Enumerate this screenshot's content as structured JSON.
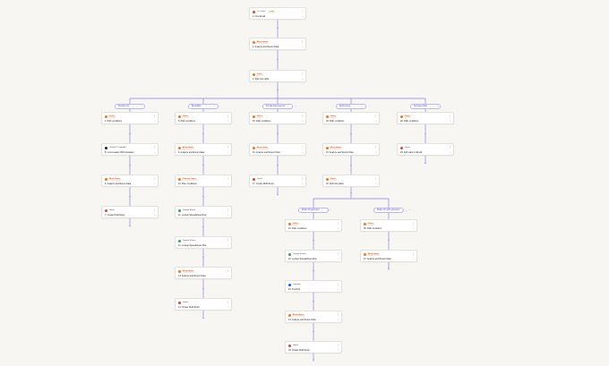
{
  "colors": {
    "wire": "#8b87e6",
    "gmail": "#ea4335",
    "filter": "#f97316",
    "paths": "#f97316",
    "ai": "#f97316",
    "sheets": "#34a853",
    "openai": "#222222",
    "dropbox": "#0061fe"
  },
  "trigger": {
    "app": "1a. Gmail",
    "badge": "1 nok",
    "title": "1. New Email"
  },
  "main_steps": [
    {
      "app": "AI by Zapier",
      "title": "2. Analyze and Return Data",
      "icon": "ai-icon"
    },
    {
      "app": "Paths",
      "title": "3. Split into paths",
      "icon": "paths-icon"
    }
  ],
  "branches": [
    {
      "label": "Produkt info"
    },
    {
      "label": "Bestellinfo"
    },
    {
      "label": "Kundeninteressenten"
    },
    {
      "label": "Reichenung"
    },
    {
      "label": "Sonstige Mails"
    }
  ],
  "branch_nodes": [
    [
      {
        "app": "Paths",
        "title": "4. Path conditions",
        "icon": "paths-icon",
        "tag": true
      },
      {
        "app": "ChatGPT (OpenAI)",
        "title": "5. Conversation With Assistant",
        "icon": "openai-icon",
        "tag": false
      },
      {
        "app": "AI by Zapier",
        "title": "6. Analyze and Return Data",
        "icon": "ai-icon",
        "tag": true
      },
      {
        "app": "Gmail",
        "title": "7. Create Draft Reply",
        "icon": "gmail-icon",
        "tag": false
      }
    ],
    [
      {
        "app": "Paths",
        "title": "8. Path conditions",
        "icon": "paths-icon",
        "tag": true
      },
      {
        "app": "AI by Zapier",
        "title": "9. Analyze and Return Data",
        "icon": "ai-icon",
        "tag": true
      },
      {
        "app": "Filter by Zapier",
        "title": "10. Filter conditions",
        "icon": "filter-icon",
        "tag": true
      },
      {
        "app": "Google Sheets",
        "title": "11. Lookup Spreadsheet Row",
        "icon": "sheets-icon",
        "tag": false
      },
      {
        "app": "Google Sheets",
        "title": "12. Lookup Spreadsheet Row",
        "icon": "sheets-icon",
        "tag": false
      },
      {
        "app": "AI by Zapier",
        "title": "13. Analyze and Return Data",
        "icon": "ai-icon",
        "tag": true
      },
      {
        "app": "Gmail",
        "title": "14. Create Draft Reply",
        "icon": "gmail-icon",
        "tag": false
      }
    ],
    [
      {
        "app": "Paths",
        "title": "15. Path conditions",
        "icon": "paths-icon",
        "tag": true
      },
      {
        "app": "AI by Zapier",
        "title": "16. Analyze and Return Data",
        "icon": "ai-icon",
        "tag": true
      },
      {
        "app": "Gmail",
        "title": "17. Create Draft Reply",
        "icon": "gmail-icon",
        "tag": false
      }
    ],
    [
      {
        "app": "Paths",
        "title": "18. Path conditions",
        "icon": "paths-icon",
        "tag": true
      },
      {
        "app": "AI by Zapier",
        "title": "19. Analyze and Return Data",
        "icon": "ai-icon",
        "tag": true
      },
      {
        "app": "Paths",
        "title": "20. Split into paths",
        "icon": "paths-icon",
        "tag": true
      }
    ],
    [
      {
        "app": "Paths",
        "title": "28. Path conditions",
        "icon": "paths-icon",
        "tag": true
      },
      {
        "app": "Gmail",
        "title": "29. Add Label to Email",
        "icon": "gmail-icon",
        "tag": false
      }
    ]
  ],
  "sub_branches": [
    {
      "label": "Rollen ID gefunden"
    },
    {
      "label": "Rollen ID nicht gefunden"
    }
  ],
  "sub_nodes": [
    [
      {
        "app": "Paths",
        "title": "21. Path conditions",
        "icon": "paths-icon",
        "tag": true
      },
      {
        "app": "Google Sheets",
        "title": "22. Lookup Spreadsheet Row",
        "icon": "sheets-icon",
        "tag": false
      },
      {
        "app": "Dropbox",
        "title": "23. Find File",
        "icon": "dropbox-icon",
        "tag": false
      },
      {
        "app": "AI by Zapier",
        "title": "24. Analyze and Return Data",
        "icon": "ai-icon",
        "tag": true
      },
      {
        "app": "Gmail",
        "title": "25. Create Draft Reply",
        "icon": "gmail-icon",
        "tag": false
      }
    ],
    [
      {
        "app": "Paths",
        "title": "26. Path conditions",
        "icon": "paths-icon",
        "tag": true
      },
      {
        "app": "AI by Zapier",
        "title": "27. Analyze and Return Data",
        "icon": "ai-icon",
        "tag": true
      }
    ]
  ],
  "glyphs": {
    "kebab": "⋮",
    "chevron": "⌄",
    "plus": "+",
    "up": "⌃"
  }
}
